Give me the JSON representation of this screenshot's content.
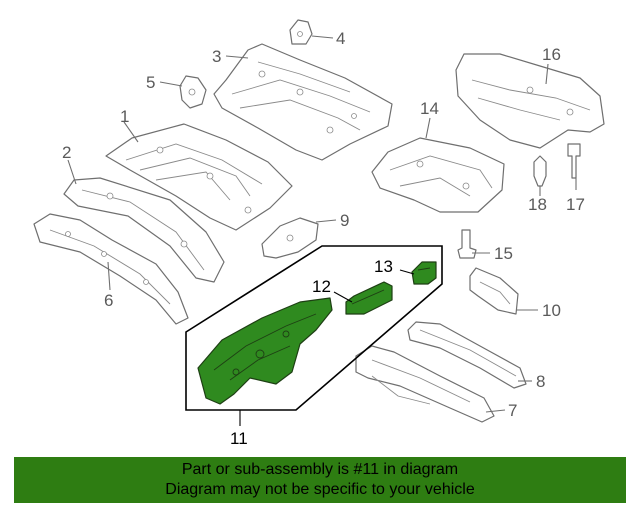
{
  "callouts": {
    "c1": "1",
    "c2": "2",
    "c3": "3",
    "c4": "4",
    "c5": "5",
    "c6": "6",
    "c7": "7",
    "c8": "8",
    "c9": "9",
    "c10": "10",
    "c11": "11",
    "c12": "12",
    "c13": "13",
    "c14": "14",
    "c15": "15",
    "c16": "16",
    "c17": "17",
    "c18": "18"
  },
  "highlight_color": "#2e7d12",
  "banner": {
    "line1": "Part or sub-assembly is #11 in diagram",
    "line2": "Diagram may not be specific to your vehicle"
  }
}
